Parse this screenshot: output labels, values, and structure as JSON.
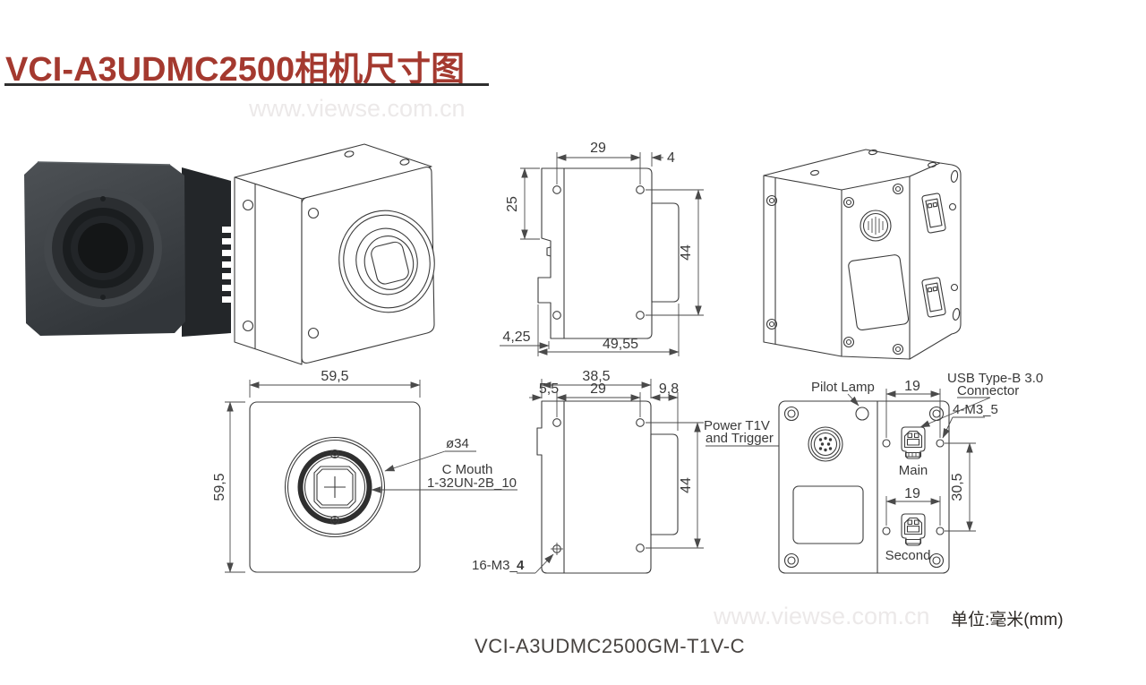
{
  "header": {
    "title": "VCI-A3UDMC2500相机尺寸图"
  },
  "watermark": {
    "text": "www.viewse.com.cn"
  },
  "footer": {
    "unit_note": "单位:毫米(mm)",
    "model": "VCI-A3UDMC2500GM-T1V-C"
  },
  "colors": {
    "accent": "#A4392F",
    "line": "#3c3c3c",
    "dim_line": "#4a4a4a",
    "watermark": "#ECE9E9"
  },
  "views": {
    "side_top": {
      "dim_hole_span": "29",
      "dim_edge_offset": "4",
      "dim_front_height": "25",
      "dim_rear_height": "44",
      "dim_foot_offset": "4,25",
      "dim_total_depth": "49,55"
    },
    "front": {
      "dim_width": "59,5",
      "dim_height": "59,5",
      "label_lens_diameter": "ø34",
      "label_mount_line1": "C Mouth",
      "label_mount_line2": "1-32UN-2B_10"
    },
    "side_bottom": {
      "dim_total_depth": "38,5",
      "dim_front_offset": "5,5",
      "dim_hole_span": "29",
      "dim_rear_depth": "9,8",
      "dim_rear_height": "44",
      "label_screw_prefix": "16-M3_",
      "label_screw_suffix": "4",
      "label_power_line1": "Power T1V",
      "label_power_line2": "and Trigger"
    },
    "rear": {
      "label_pilot_lamp": "Pilot Lamp",
      "dim_usb_top_span": "19",
      "label_usb_line1": "USB Type-B 3.0",
      "label_usb_line2": "Connector",
      "label_screws": "4-M3_5",
      "label_main": "Main",
      "dim_vertical_span": "30,5",
      "dim_usb_bottom_span": "19",
      "label_second": "Second"
    }
  }
}
